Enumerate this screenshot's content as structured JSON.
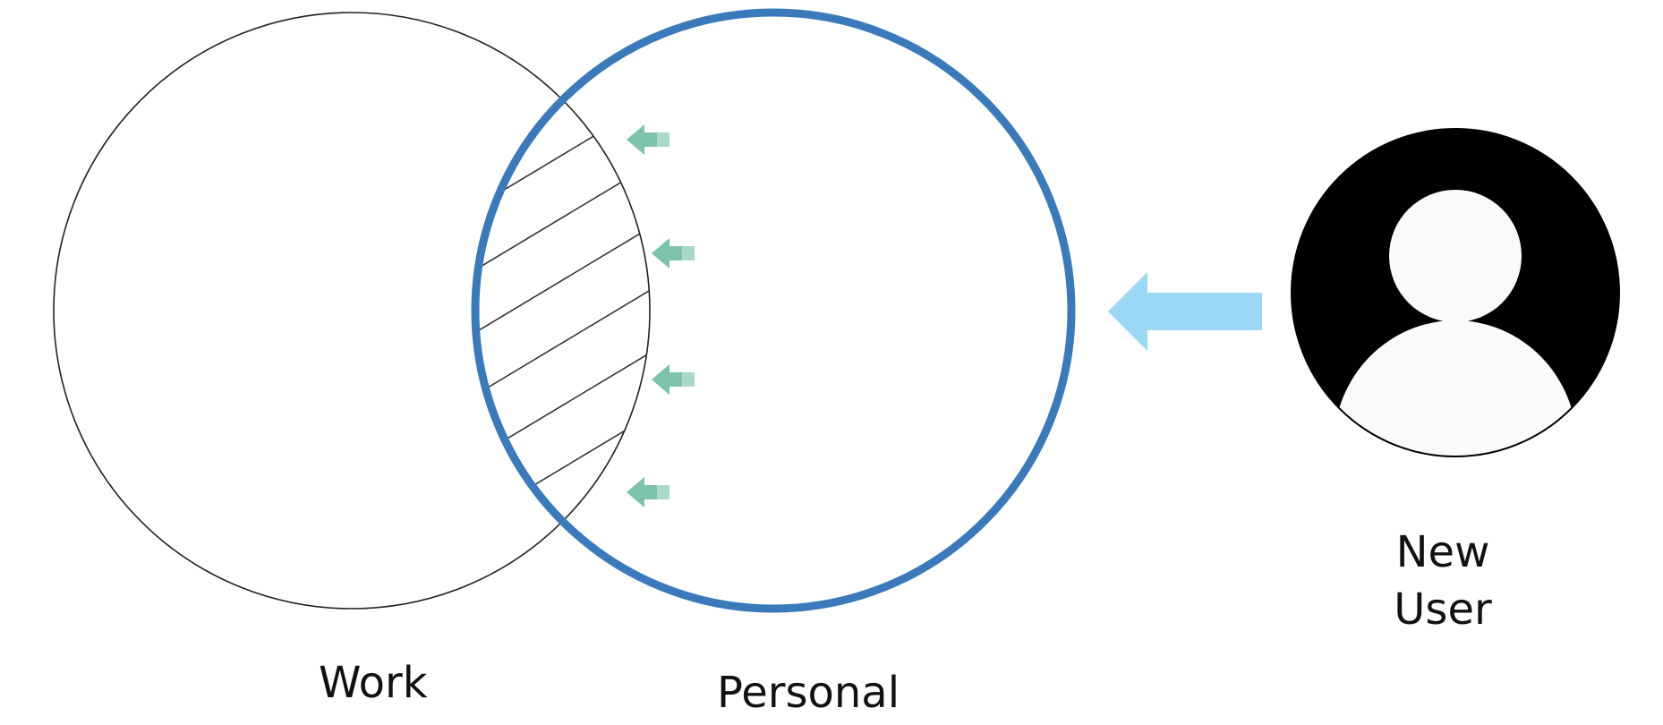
{
  "diagram": {
    "circles": [
      {
        "id": "work",
        "label": "Work",
        "stroke_color": "#222222"
      },
      {
        "id": "personal",
        "label": "Personal",
        "stroke_color": "#3A7ABB"
      }
    ],
    "overlap_region": {
      "fill": "hatched"
    },
    "user": {
      "label_line1": "New",
      "label_line2": "User",
      "icon": "user-avatar-icon",
      "icon_color": "#000000"
    },
    "arrows": {
      "user_to_personal": {
        "direction": "left",
        "color": "#9AD8F5"
      },
      "overlap_arrows": {
        "count": 4,
        "direction": "left",
        "color": "#7CC3AA"
      }
    }
  }
}
